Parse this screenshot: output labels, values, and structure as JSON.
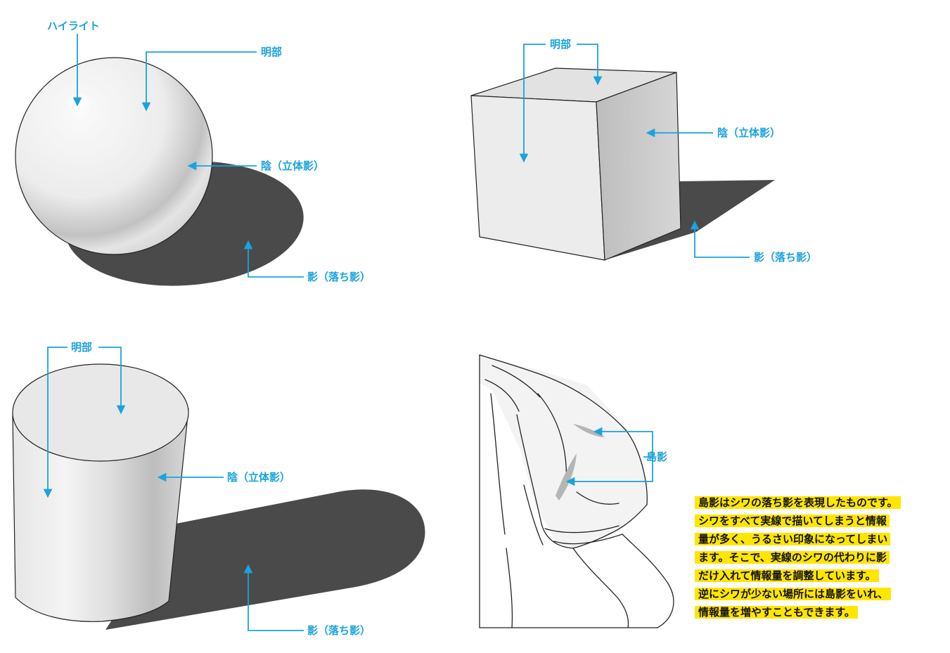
{
  "labels": {
    "sphere_highlight": "ハイライト",
    "sphere_light": "明部",
    "sphere_form_shadow": "陰（立体影）",
    "sphere_cast_shadow": "影（落ち影）",
    "cube_light": "明部",
    "cube_form_shadow": "陰（立体影）",
    "cube_cast_shadow": "影（落ち影）",
    "cylinder_light": "明部",
    "cylinder_form_shadow": "陰（立体影）",
    "cylinder_cast_shadow": "影（落ち影）",
    "sleeve_island_shadow": "島影"
  },
  "note": {
    "lines": [
      "島影はシワの落ち影を表現したものです。",
      "シワをすべて実線で描いてしまうと情報",
      "量が多く、うるさい印象になってしまい",
      "ます。そこで、実線のシワの代わりに影",
      "だけ入れて情報量を調整しています。",
      "逆にシワが少ない場所には島影をいれ、",
      "情報量を増やすこともできます。"
    ]
  },
  "colors": {
    "accent": "#1aa3dd",
    "highlight": "#ffe600",
    "cast_shadow": "#4a4a4a"
  }
}
